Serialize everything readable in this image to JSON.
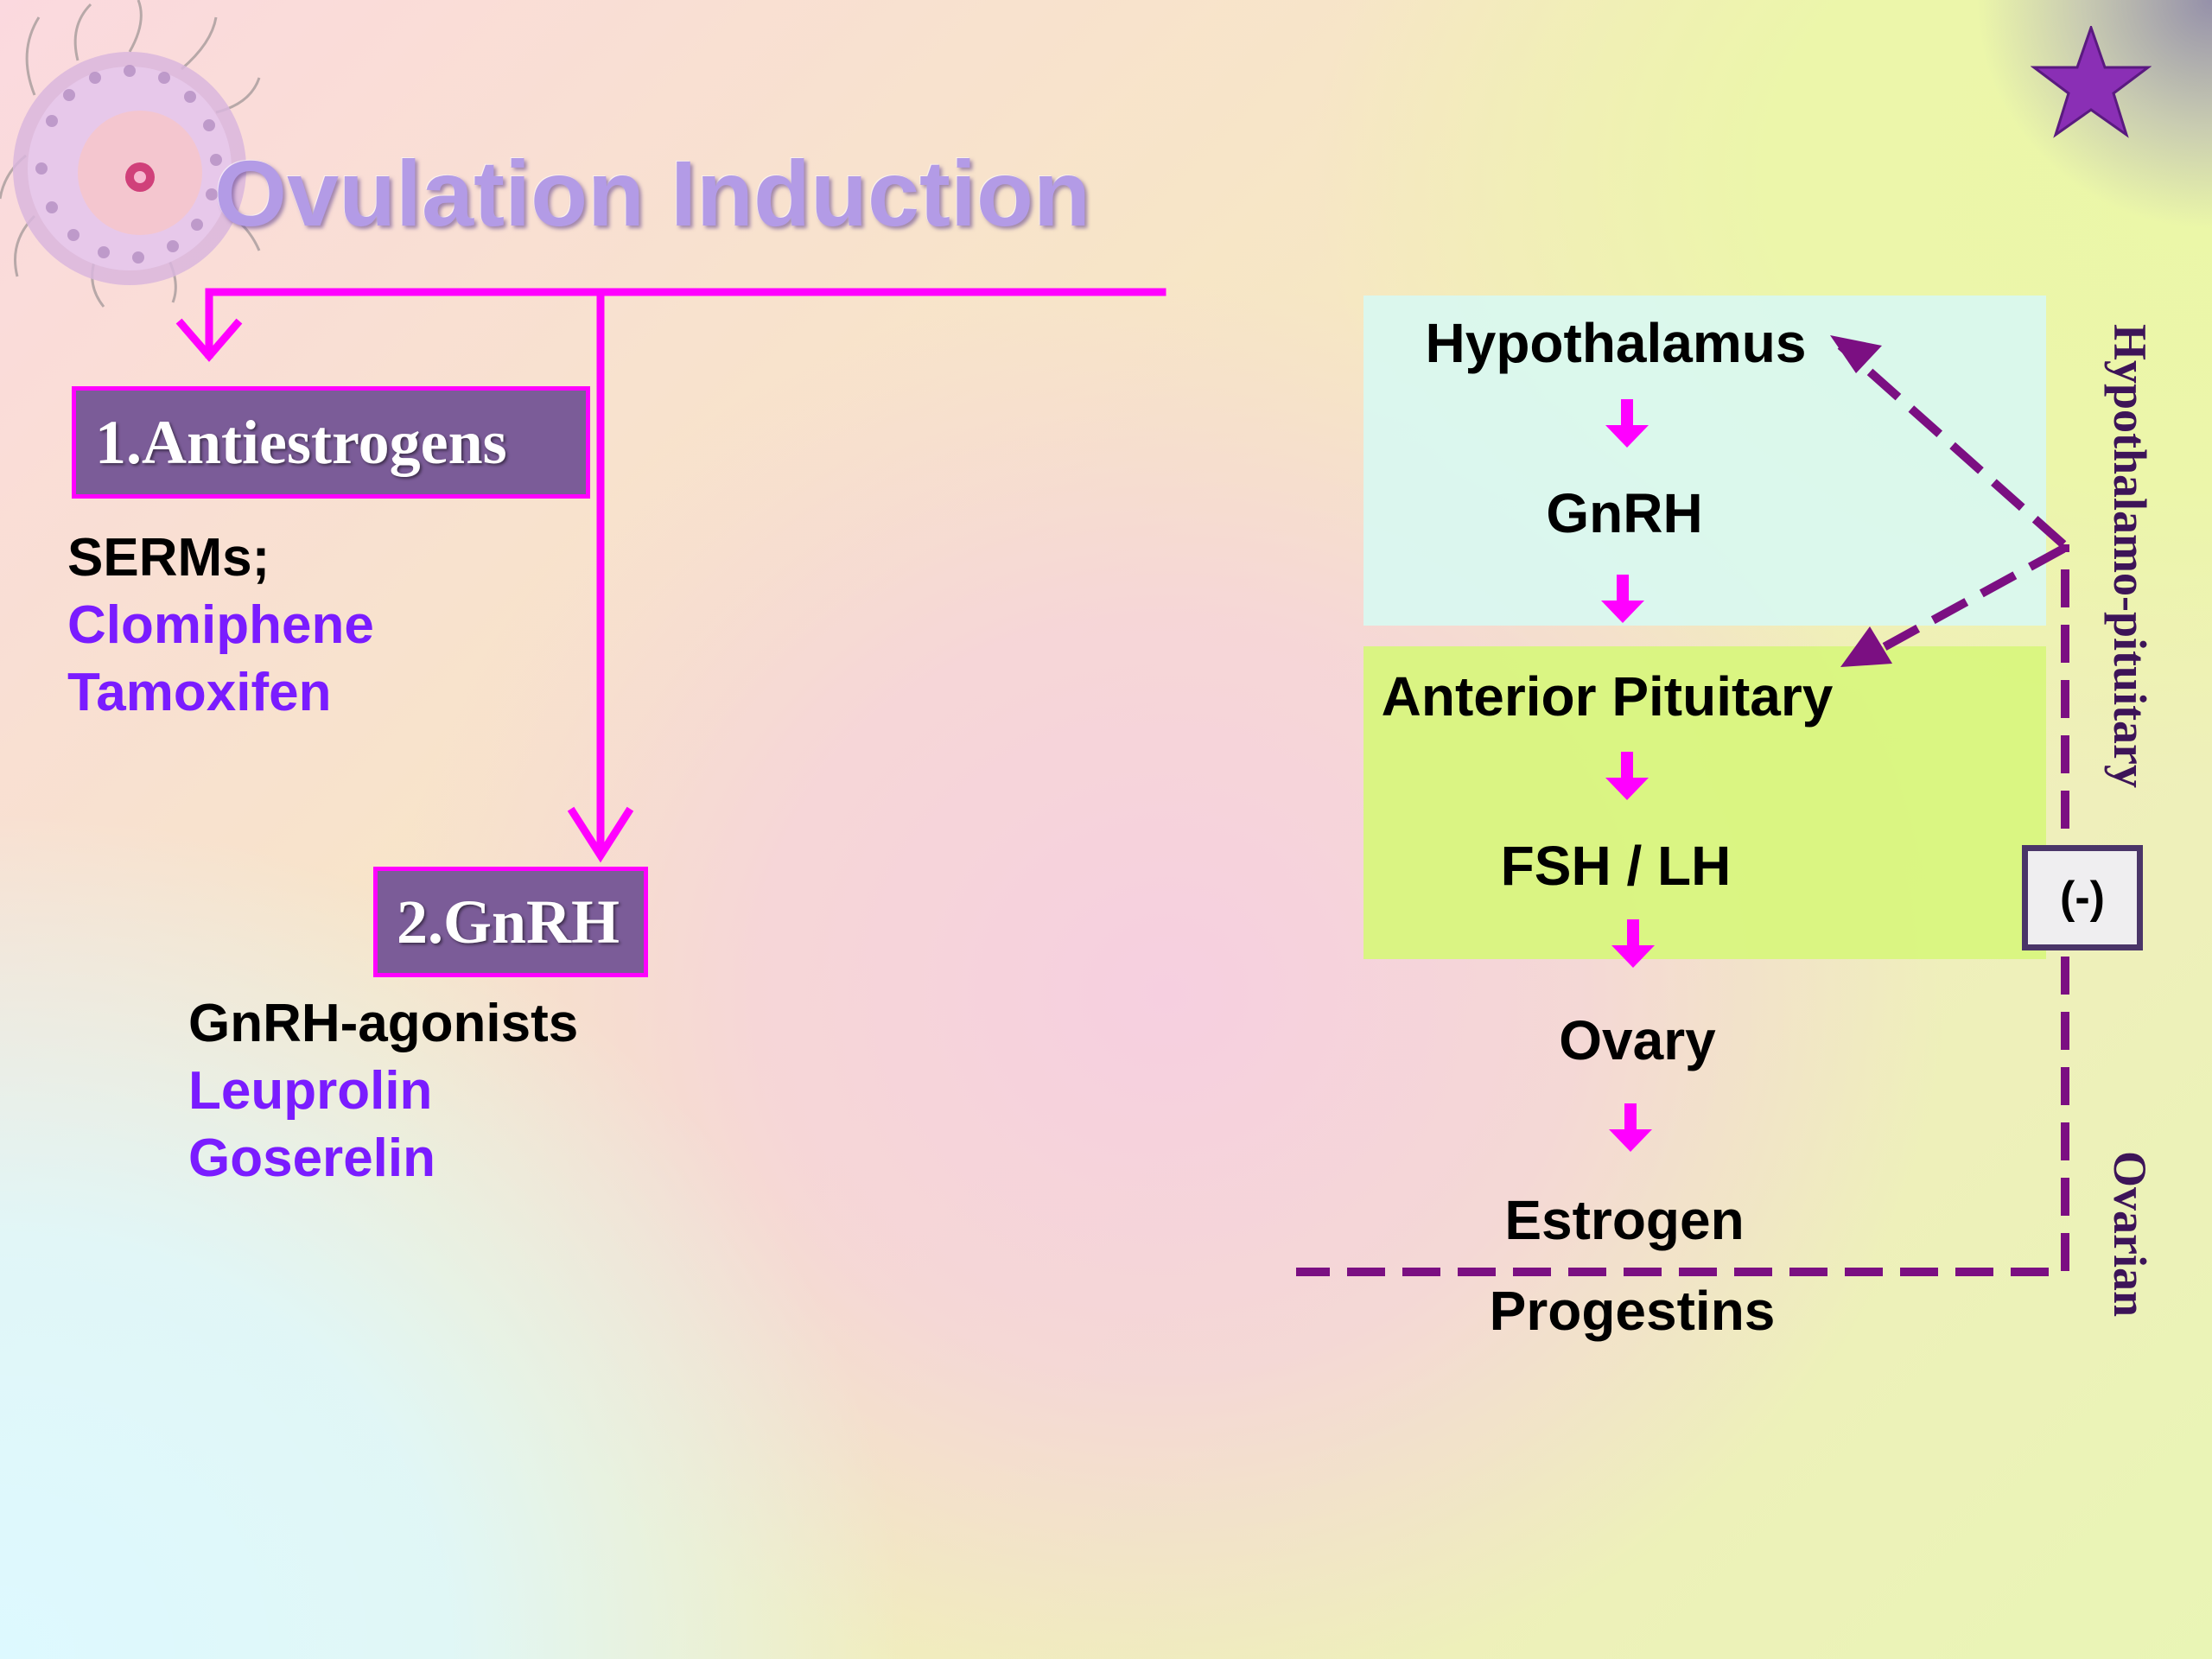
{
  "title": "Ovulation Induction",
  "categories": [
    {
      "label": "1.Antiestrogens",
      "heading": "SERMs;",
      "drugs": [
        "Clomiphene",
        "Tamoxifen"
      ]
    },
    {
      "label": "2.GnRH",
      "heading": "GnRH-agonists",
      "drugs": [
        "Leuprolin",
        "Goserelin"
      ]
    }
  ],
  "axis": {
    "nodes": [
      "Hypothalamus",
      "GnRH",
      "Anterior Pituitary",
      "FSH / LH",
      "Ovary",
      "Estrogen",
      "Progestins"
    ],
    "feedback_label": "(-)",
    "side_labels": [
      "Hypothalamo-pituitary",
      "Ovarian"
    ]
  },
  "colors": {
    "connector": "#ff00ff",
    "category_box_fill": "#7b5c98",
    "drug_text": "#7a1cff",
    "feedback_line": "#7b0f82",
    "hypothalamus_zone": "#d8f8f2",
    "pituitary_zone": "#d8f57e"
  },
  "icons": [
    "oocyte-illustration",
    "star-icon"
  ]
}
